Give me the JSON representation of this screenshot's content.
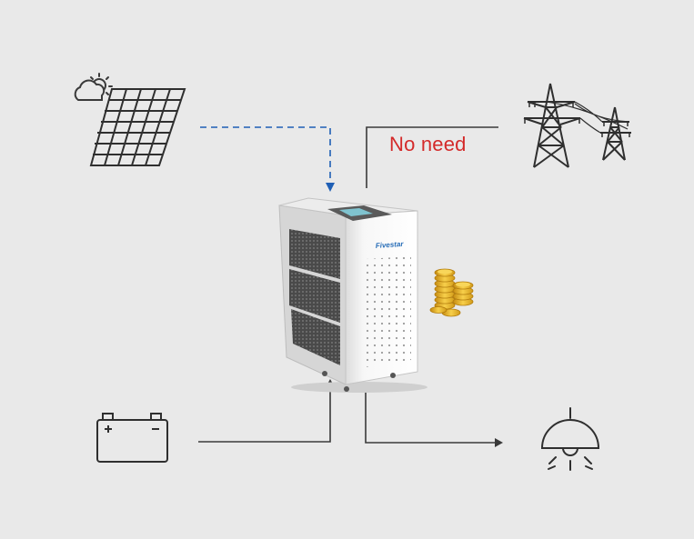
{
  "diagram": {
    "grid_note": "No need",
    "brand_text": "Fivestar"
  },
  "colors": {
    "background": "#e9e9e9",
    "line": "#3a3a3a",
    "solar_flow": "#1f5fb5",
    "note_text": "#d42a2a",
    "device_body": "#f4f4f4",
    "device_panel": "#595959",
    "coin": "#e8b020"
  },
  "icons": {
    "weather": "sun-cloud-icon",
    "solar": "solar-panel-icon",
    "grid": "power-tower-icon",
    "battery": "battery-icon",
    "load": "ceiling-lamp-icon",
    "savings": "coin-stack-icon",
    "device": "inverter-unit"
  }
}
